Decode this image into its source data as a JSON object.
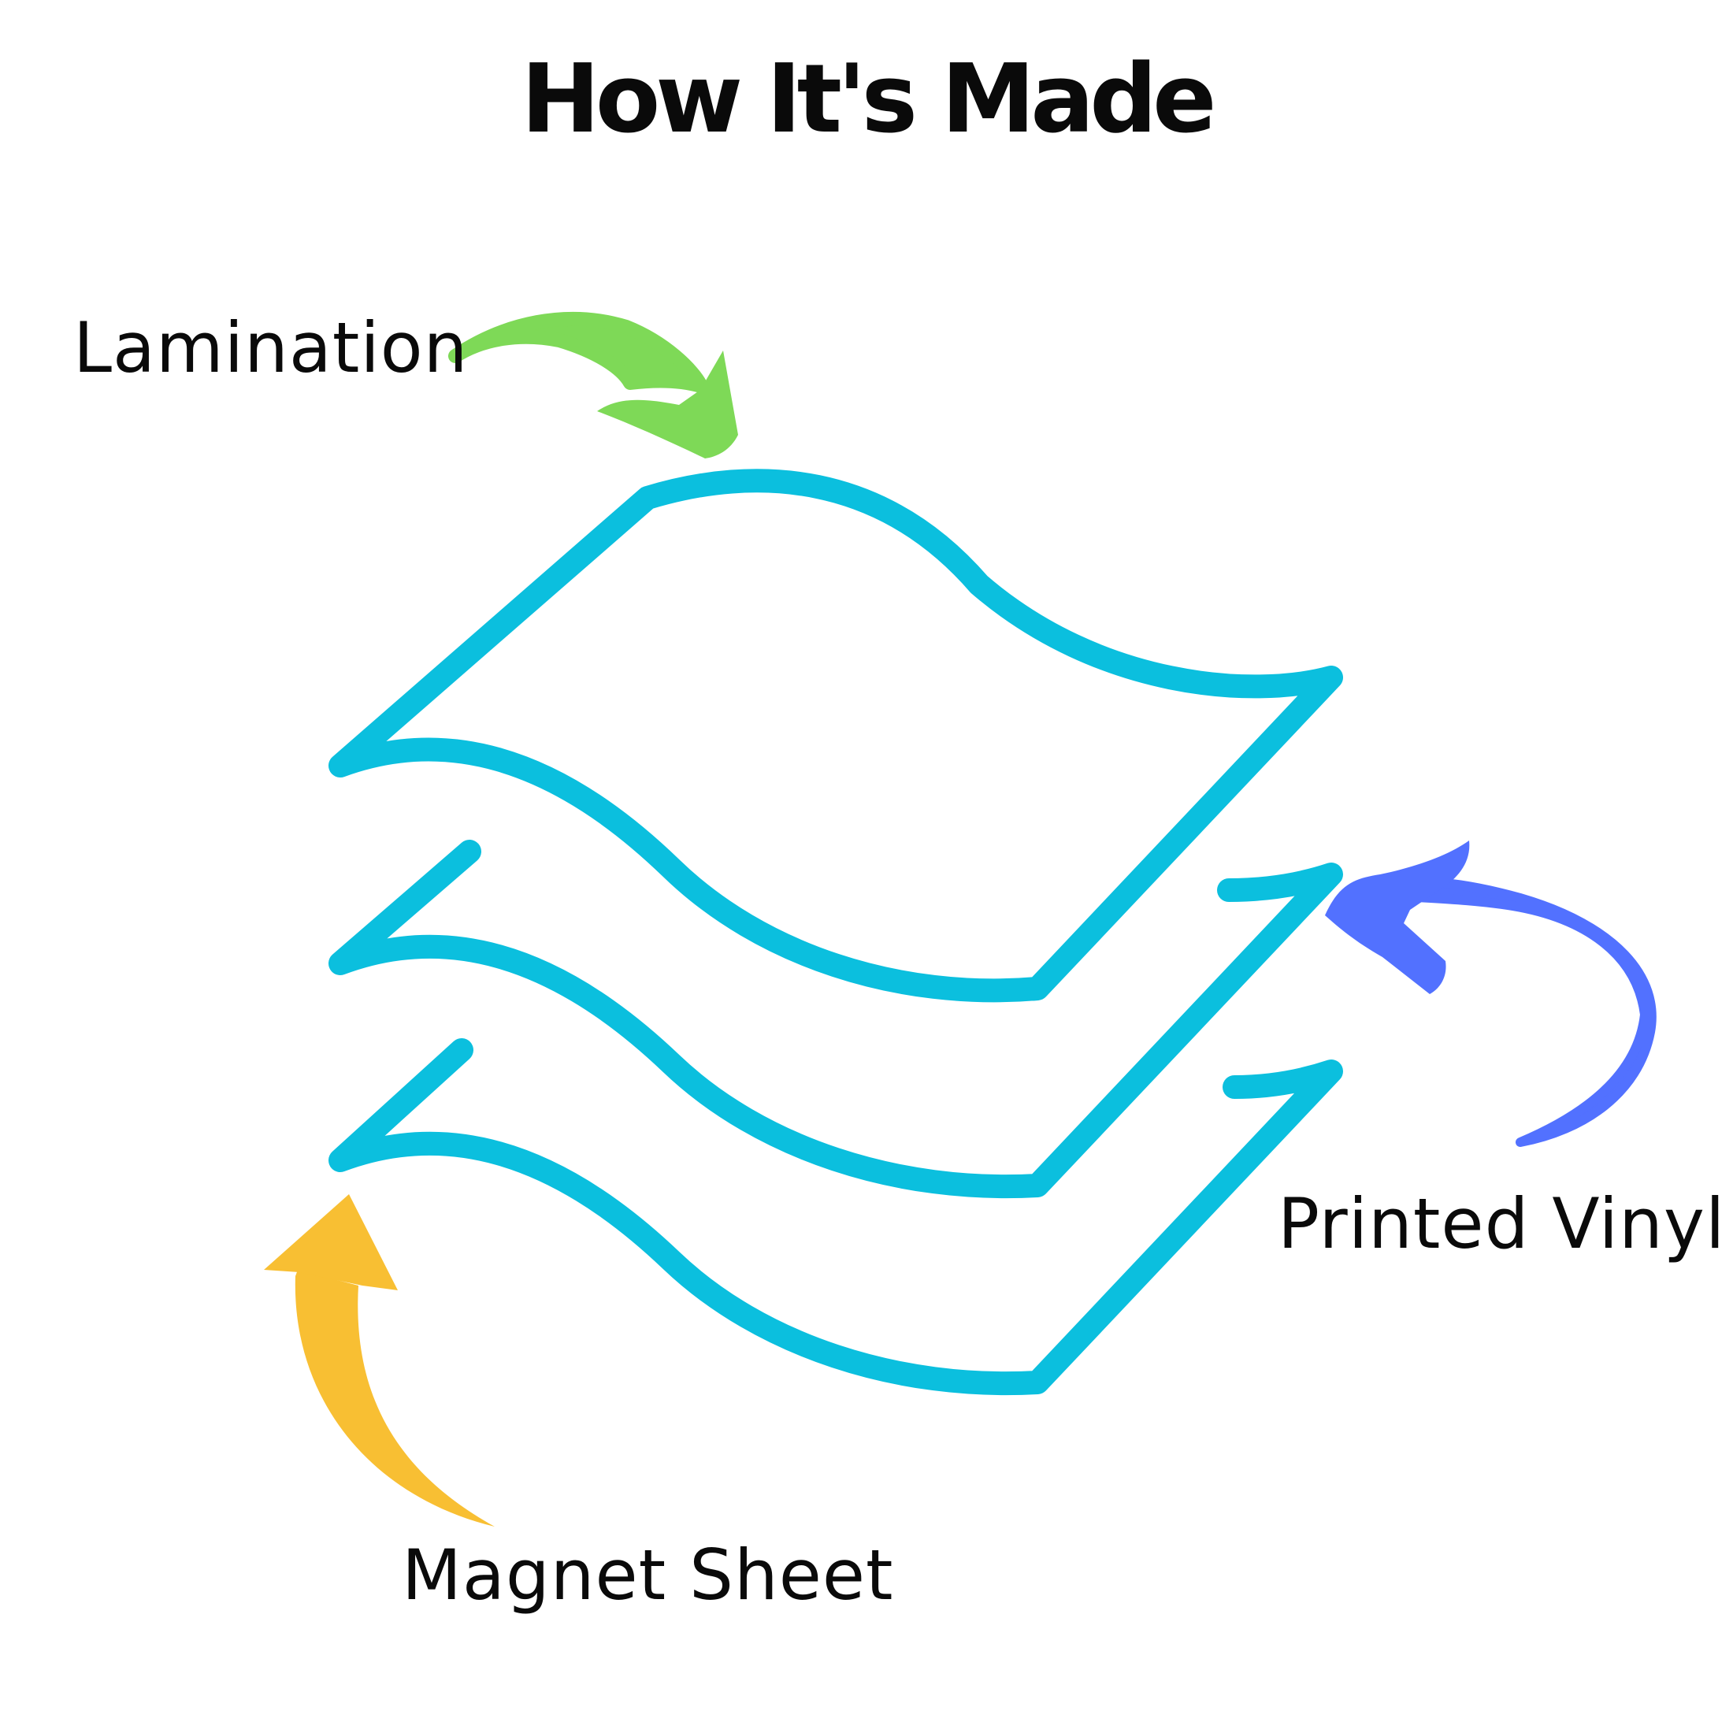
{
  "title": "How It's Made",
  "layers": [
    {
      "label": "Lamination",
      "arrow_color": "#7ed957"
    },
    {
      "label": "Printed Vinyl",
      "arrow_color": "#5271ff"
    },
    {
      "label": "Magnet Sheet",
      "arrow_color": "#f8bf33"
    }
  ],
  "colors": {
    "sheet_stroke": "#0bbfde",
    "background": "#ffffff",
    "text": "#0a0a0a"
  },
  "icons": [
    "wavy-sheet-icon",
    "curved-arrow-icon"
  ]
}
